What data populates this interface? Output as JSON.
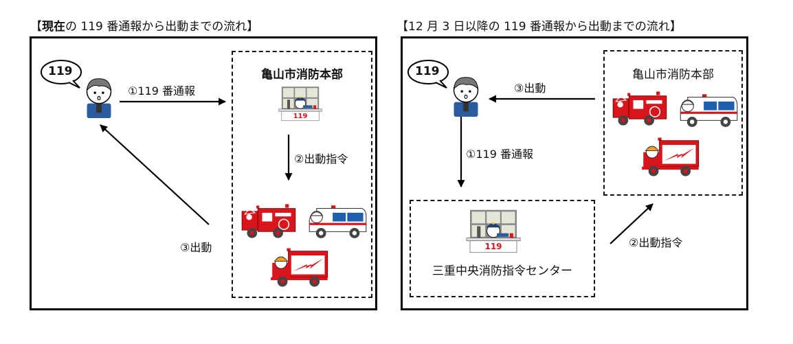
{
  "left": {
    "title_prefix": "【",
    "title_bold": "現在",
    "title_rest": "の 119 番通報から出動までの流れ】",
    "caller_bubble": "119",
    "hq_name": "亀山市消防本部",
    "desk_label": "119",
    "step1": "①119 番通報",
    "step2": "②出動指令",
    "step3": "③出動"
  },
  "right": {
    "title": "【12 月 3 日以降の 119 番通報から出動までの流れ】",
    "caller_bubble": "119",
    "hq_name": "亀山市消防本部",
    "center_name": "三重中央消防指令センター",
    "desk_label": "119",
    "step1": "①119 番通報",
    "step2": "②出動指令",
    "step3": "③出動"
  },
  "colors": {
    "truck_red": "#d9141b",
    "ambulance_blue": "#1f5fb0",
    "helmet_orange": "#f0a020",
    "uniform_blue": "#2a5c9e"
  }
}
